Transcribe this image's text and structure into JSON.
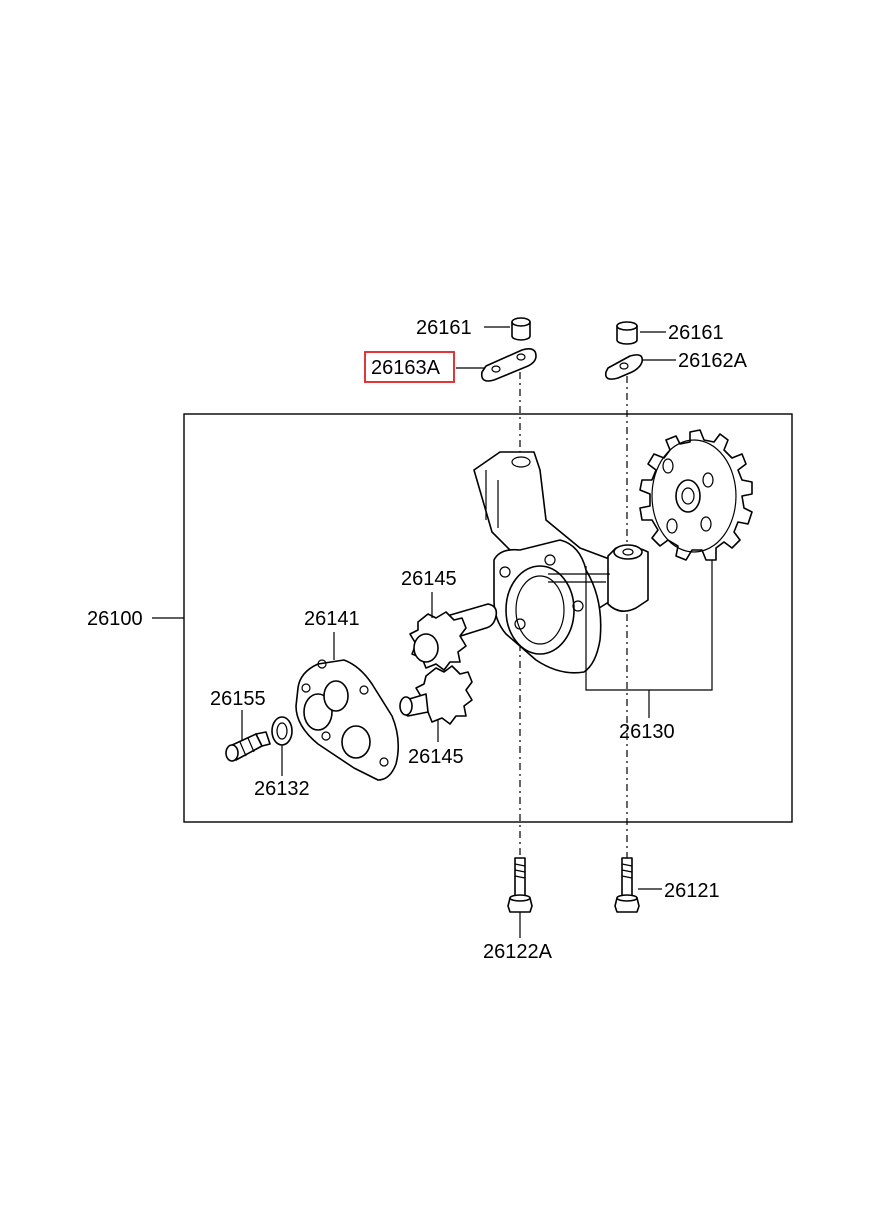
{
  "diagram": {
    "labels": {
      "p26161_left": "26161",
      "p26161_right": "26161",
      "p26163A": "26163A",
      "p26162A": "26162A",
      "p26100": "26100",
      "p26145_top": "26145",
      "p26145_bottom": "26145",
      "p26141": "26141",
      "p26155": "26155",
      "p26132": "26132",
      "p26130": "26130",
      "p26121": "26121",
      "p26122A": "26122A"
    },
    "highlight": {
      "target": "26163A",
      "color": "#e02020"
    }
  }
}
